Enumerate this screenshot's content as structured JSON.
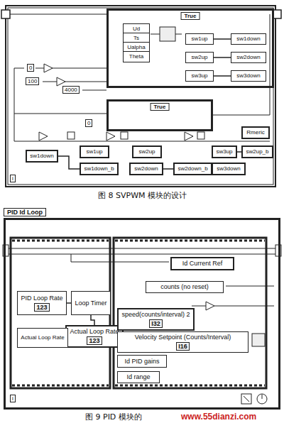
{
  "diagram": {
    "nodes": [
      {
        "text": [
          "True"
        ]
      },
      {
        "text": [
          "Ud"
        ],
        "in": 0
      },
      {
        "text": [
          "Ts"
        ],
        "in": 0
      },
      {
        "text": [
          "Ualpha"
        ],
        "in": 0
      },
      {
        "text": [
          "Theta"
        ],
        "in": 0
      },
      {
        "text": [
          "sw1up"
        ],
        "in": 0
      },
      {
        "text": [
          "sw2up"
        ],
        "in": 0
      },
      {
        "text": [
          "sw3up"
        ],
        "in": 0
      },
      {
        "text": [
          "sw1down"
        ],
        "in": 0
      },
      {
        "text": [
          "sw2down"
        ],
        "in": 0
      },
      {
        "text": [
          "sw3down"
        ],
        "in": 0
      },
      {
        "text": [
          "True"
        ]
      },
      {
        "text": [
          "sw1up"
        ]
      },
      {
        "text": [
          "sw1down"
        ]
      },
      {
        "text": [
          "sw1down_b"
        ]
      },
      {
        "text": [
          "sw2up"
        ]
      },
      {
        "text": [
          "sw2down"
        ]
      },
      {
        "text": [
          "sw2down_b"
        ]
      },
      {
        "text": [
          "sw3up"
        ]
      },
      {
        "text": [
          "sw3down"
        ]
      },
      {
        "text": [
          "sw2up_b"
        ]
      },
      {
        "text": [
          "Rmeric"
        ]
      },
      {
        "text": [
          "PID Id Loop"
        ]
      },
      {
        "text": [
          "PID Loop Rate",
          "123"
        ],
        "in": 22
      },
      {
        "text": [
          "Loop Timer"
        ],
        "in": 22
      },
      {
        "text": [
          "Actual Loop Rate",
          "123"
        ],
        "in": 22
      },
      {
        "text": [
          "Actual Loop Rate"
        ],
        "in": 22
      },
      {
        "text": [
          "Id Current Ref"
        ],
        "in": 22
      },
      {
        "text": [
          "counts (no reset)"
        ],
        "in": 22
      },
      {
        "text": [
          "speed(counts/interval) 2",
          "I32"
        ],
        "in": 22
      },
      {
        "text": [
          "Velocity Setpoint (Counts/Interval)",
          "I16"
        ],
        "in": 22
      },
      {
        "text": [
          "Id PID gains"
        ],
        "in": 22
      },
      {
        "text": [
          "Id range"
        ],
        "in": 22
      }
    ],
    "edges": [
      {
        "from": 5,
        "to": 8,
        "arrow": "none"
      },
      {
        "from": 6,
        "to": 9,
        "arrow": "none"
      },
      {
        "from": 7,
        "to": 10,
        "arrow": "none"
      },
      {
        "from": 13,
        "to": 14,
        "arrow": "none"
      },
      {
        "from": 16,
        "to": 17,
        "arrow": "none"
      },
      {
        "from": 18,
        "to": 20,
        "arrow": "none"
      },
      {
        "from": 23,
        "to": 24,
        "arrow": "none"
      },
      {
        "from": 24,
        "to": 25,
        "arrow": "none"
      }
    ],
    "labels": [
      "0",
      "100",
      "4000",
      "0",
      "i",
      "图 8 SVPWM 模块的设计",
      "i",
      "图 9 PID 模块的",
      "www.55dianzi.com"
    ]
  }
}
